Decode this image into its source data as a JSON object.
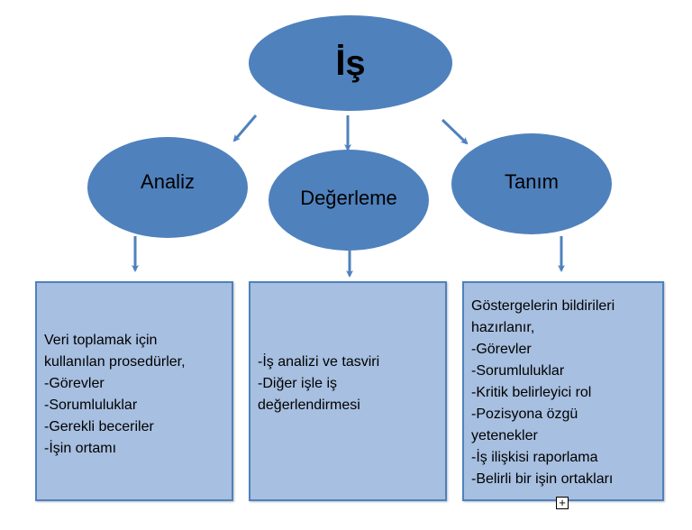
{
  "colors": {
    "ellipse": "#4f81bd",
    "box_fill": "#a7bfe0",
    "box_border": "#4f81bd"
  },
  "root": {
    "label": "İş"
  },
  "nodes": [
    {
      "label": "Analiz"
    },
    {
      "label": "Değerleme"
    },
    {
      "label": "Tanım"
    }
  ],
  "boxes": [
    {
      "lines": [
        "Veri toplamak için",
        "kullanılan prosedürler,",
        "-Görevler",
        "-Sorumluluklar",
        "-Gerekli beceriler",
        "-İşin ortamı"
      ]
    },
    {
      "lines": [
        "-İş analizi ve tasviri",
        "-Diğer işle iş",
        "değerlendirmesi"
      ]
    },
    {
      "lines": [
        "Göstergelerin bildirileri",
        "hazırlanır,",
        "-Görevler",
        "-Sorumluluklar",
        "-Kritik belirleyici rol",
        "-Pozisyona özgü",
        "yetenekler",
        "-İş ilişkisi raporlama",
        "-Belirli bir işin ortakları"
      ]
    }
  ],
  "expand_icon": "plus-box-icon"
}
